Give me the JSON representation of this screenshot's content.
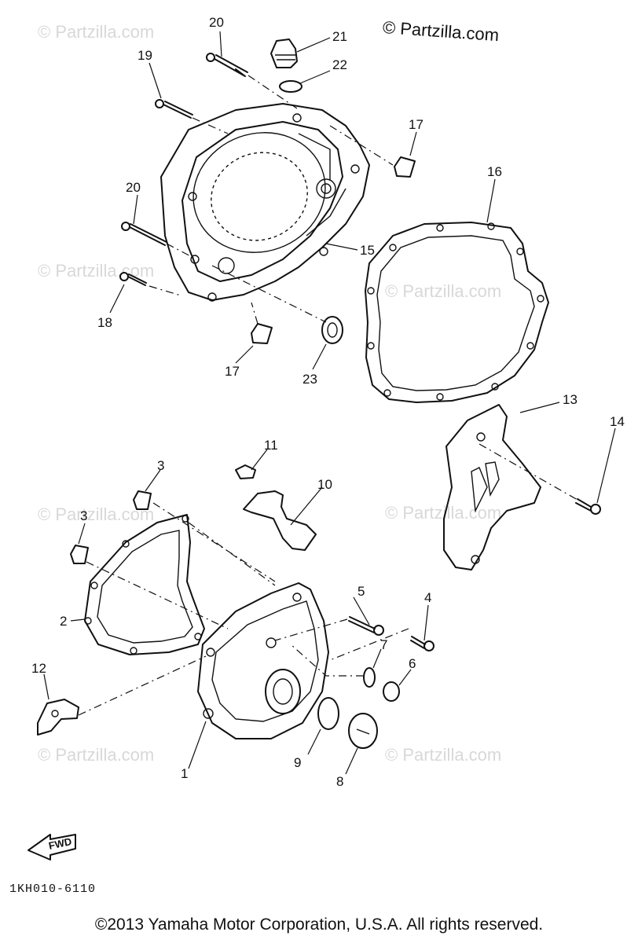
{
  "brand": "© Partzilla.com",
  "watermark": "© Partzilla.com",
  "part_number": "1KH010-6110",
  "fwd_label": "FWD",
  "copyright": "©2013 Yamaha Motor Corporation, U.S.A. All rights reserved.",
  "callouts": {
    "c1": "1",
    "c2": "2",
    "c3a": "3",
    "c3b": "3",
    "c4": "4",
    "c5": "5",
    "c6": "6",
    "c7": "7",
    "c8": "8",
    "c9": "9",
    "c10": "10",
    "c11": "11",
    "c12": "12",
    "c13": "13",
    "c14": "14",
    "c15": "15",
    "c16": "16",
    "c17a": "17",
    "c17b": "17",
    "c18": "18",
    "c19": "19",
    "c20a": "20",
    "c20b": "20",
    "c21": "21",
    "c22": "22",
    "c23": "23"
  }
}
